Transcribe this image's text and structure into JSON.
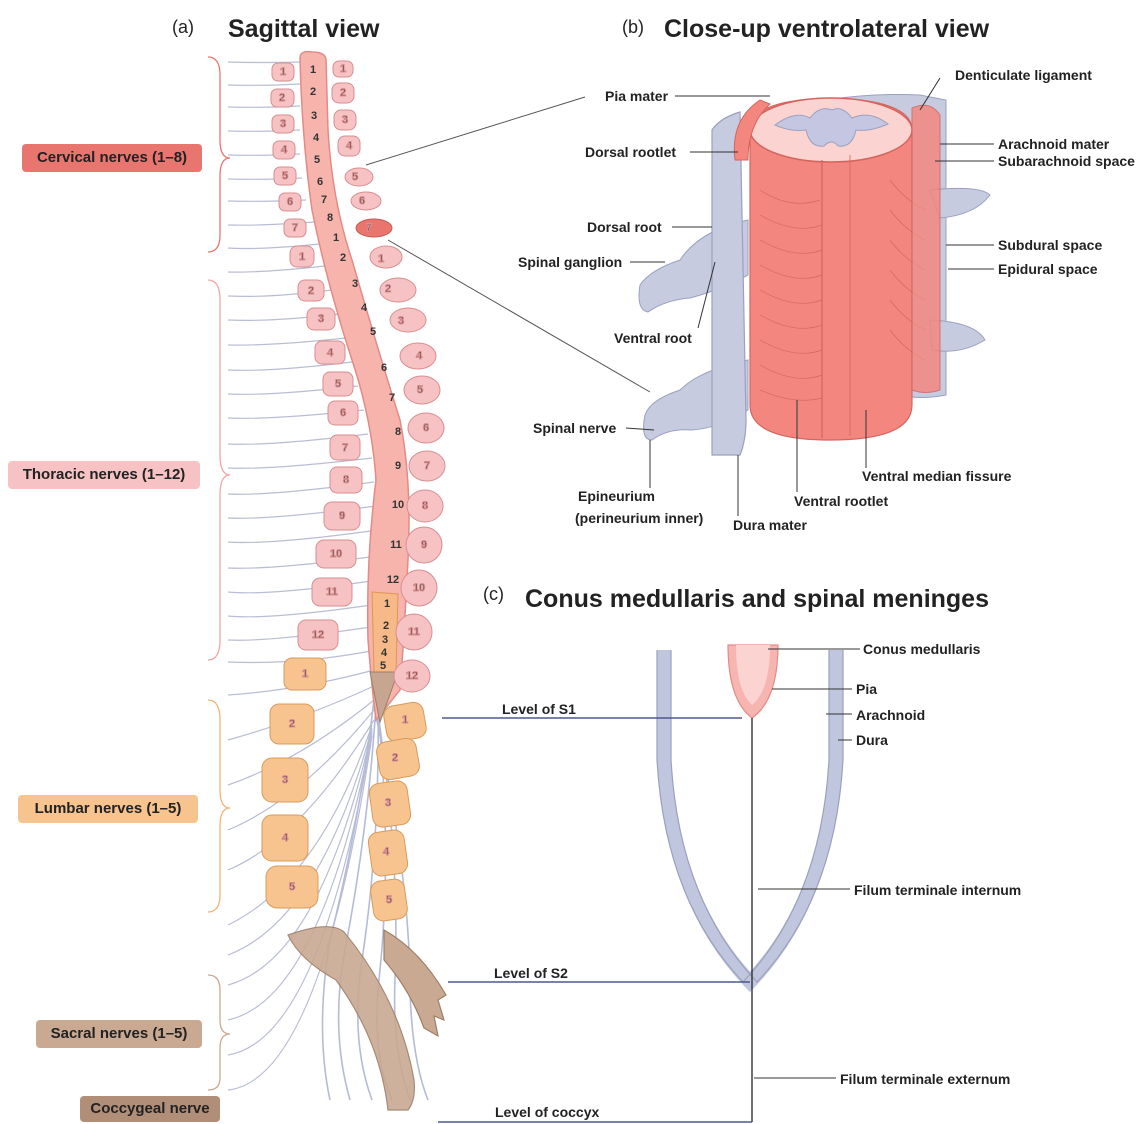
{
  "panel_a": {
    "letter": "(a)",
    "title": "Sagittal view",
    "groups": {
      "cervical": "Cervical nerves (1–8)",
      "thoracic": "Thoracic nerves (1–12)",
      "lumbar": "Lumbar nerves (1–5)",
      "sacral": "Sacral nerves (1–5)",
      "coccygeal": "Coccygeal nerve"
    },
    "colors": {
      "cervical": "#e9756f",
      "thoracic": "#f6c2c4",
      "lumbar": "#f7c38f",
      "sacral": "#c9a992",
      "nerve": "#b9bfd8"
    },
    "numbers": {
      "c1": "1",
      "c2": "2",
      "c3": "3",
      "c4": "4",
      "c5": "5",
      "c6": "6",
      "c7": "7",
      "c8": "8",
      "t1": "1",
      "t2": "2",
      "t3": "3",
      "t4": "4",
      "t5": "5",
      "t6": "6",
      "t7": "7",
      "t8": "8",
      "t9": "9",
      "t10": "10",
      "t11": "11",
      "t12": "12",
      "l1": "1",
      "l2": "2",
      "l3": "3",
      "l4": "4",
      "l5": "5"
    }
  },
  "panel_b": {
    "letter": "(b)",
    "title": "Close-up ventrolateral view",
    "labels": {
      "pia_mater": "Pia mater",
      "denticulate_ligament": "Denticulate ligament",
      "arachnoid_mater": "Arachnoid mater",
      "subarachnoid_space": "Subarachnoid space",
      "dorsal_rootlet": "Dorsal rootlet",
      "dorsal_root": "Dorsal root",
      "spinal_ganglion": "Spinal ganglion",
      "subdural_space": "Subdural space",
      "epidural_space": "Epidural space",
      "ventral_root": "Ventral root",
      "spinal_nerve": "Spinal nerve",
      "epineurium_1": "Epineurium",
      "epineurium_2": "(perineurium inner)",
      "dura_mater": "Dura mater",
      "ventral_rootlet": "Ventral rootlet",
      "ventral_median_fissure": "Ventral median fissure"
    }
  },
  "panel_c": {
    "letter": "(c)",
    "title": "Conus medullaris and spinal meninges",
    "labels": {
      "conus_medullaris": "Conus medullaris",
      "pia": "Pia",
      "arachnoid": "Arachnoid",
      "dura": "Dura",
      "filum_internum": "Filum terminale internum",
      "filum_externum": "Filum terminale externum"
    },
    "levels": {
      "s1": "Level of S1",
      "s2": "Level of S2",
      "coccyx": "Level of coccyx"
    }
  }
}
